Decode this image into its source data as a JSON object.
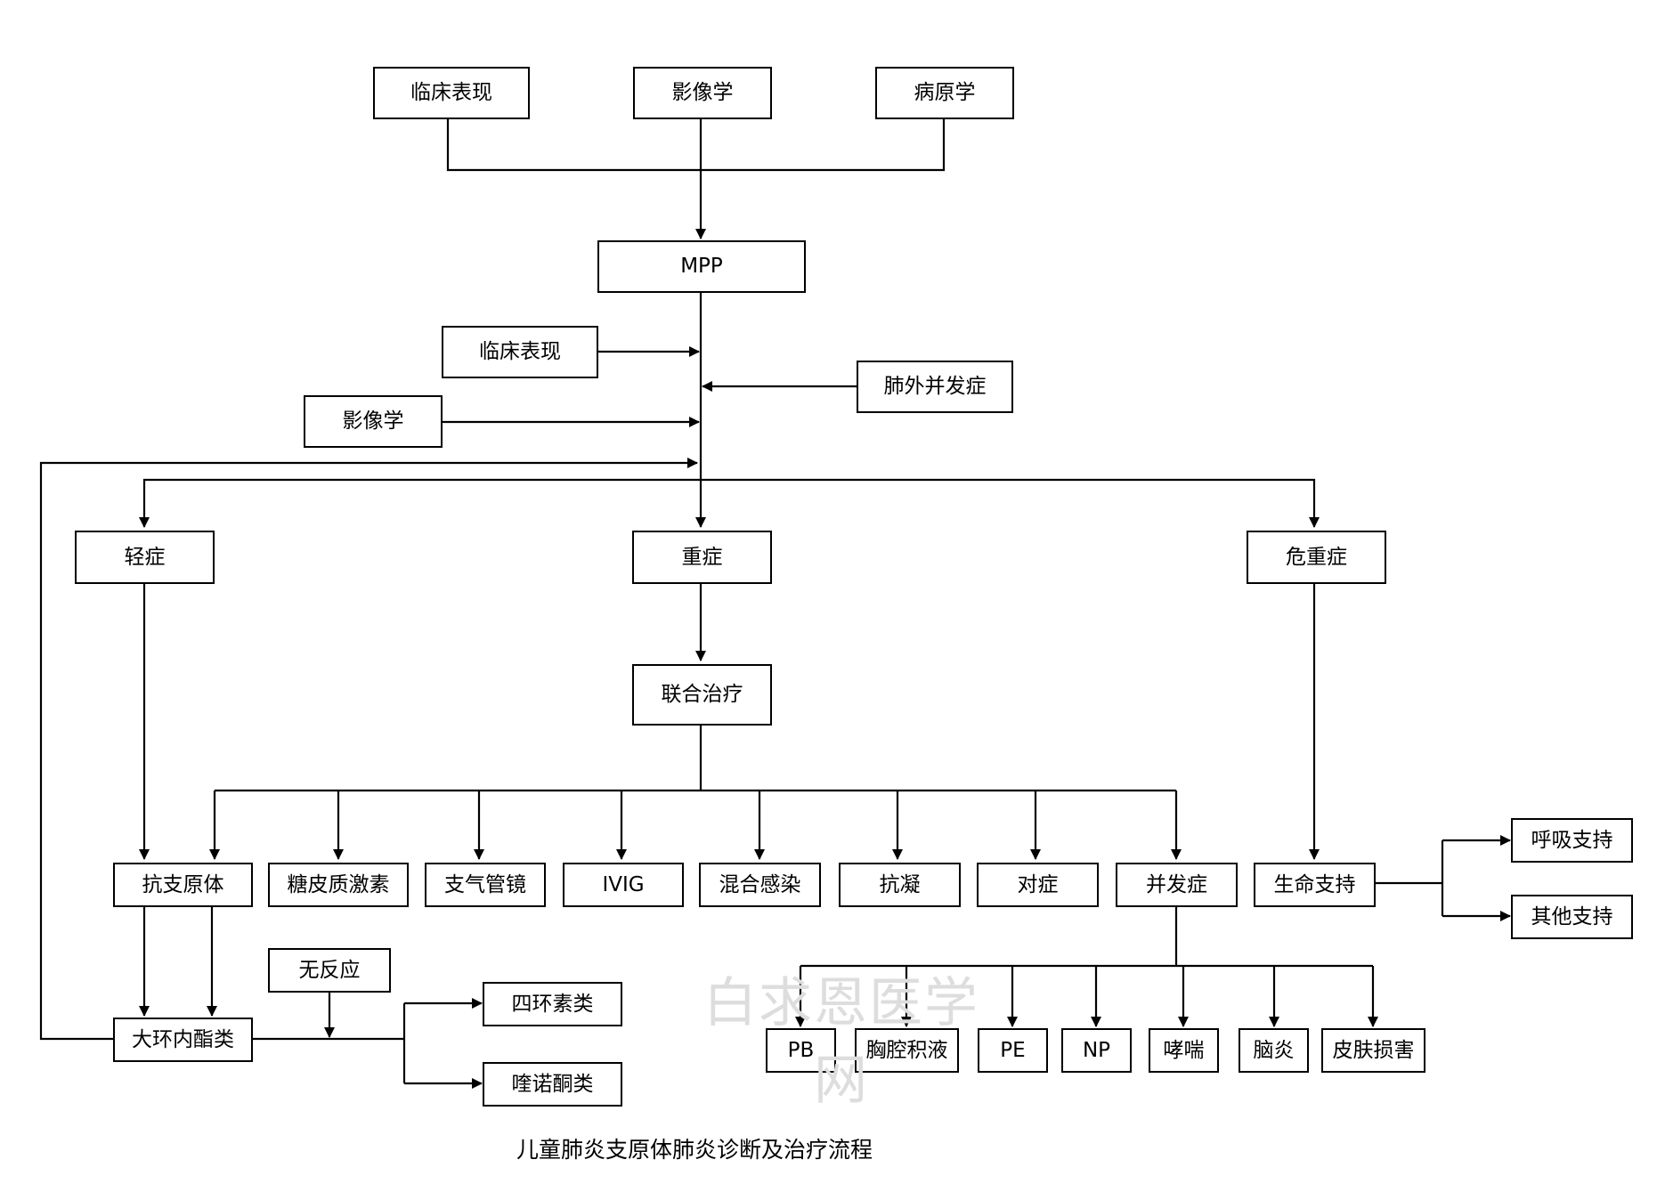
{
  "caption": "儿童肺炎支原体肺炎诊断及治疗流程",
  "watermark": "白求恩医学网",
  "nodes": {
    "clinical_top": "临床表现",
    "imaging_top": "影像学",
    "pathogen": "病原学",
    "mpp": "MPP",
    "clinical_side": "临床表现",
    "extrapulmonary": "肺外并发症",
    "imaging_side": "影像学",
    "mild": "轻症",
    "severe": "重症",
    "critical": "危重症",
    "combined_therapy": "联合治疗",
    "anti_mp": "抗支原体",
    "glucocorticoid": "糖皮质激素",
    "bronchoscopy": "支气管镜",
    "ivig": "IVIG",
    "mixed_infection": "混合感染",
    "anticoagulation": "抗凝",
    "symptomatic": "对症",
    "complications": "并发症",
    "life_support": "生命支持",
    "respiratory_support": "呼吸支持",
    "other_support": "其他支持",
    "no_response": "无反应",
    "macrolides": "大环内酯类",
    "tetracyclines": "四环素类",
    "quinolones": "喹诺酮类",
    "pb": "PB",
    "pleural_effusion_cn": "胸腔积液",
    "pe": "PE",
    "np": "NP",
    "wheezing": "哮喘",
    "encephalitis": "脑炎",
    "skin_damage": "皮肤损害"
  }
}
